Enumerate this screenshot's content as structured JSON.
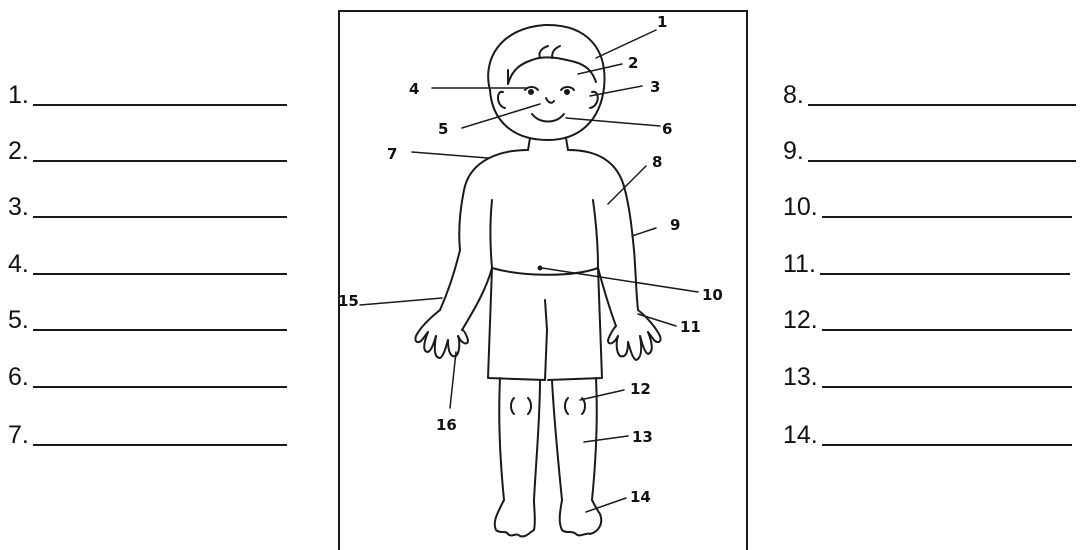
{
  "left_blanks": [
    {
      "label": "1."
    },
    {
      "label": "2."
    },
    {
      "label": "3."
    },
    {
      "label": "4."
    },
    {
      "label": "5."
    },
    {
      "label": "6."
    },
    {
      "label": "7."
    }
  ],
  "right_blanks": [
    {
      "label": "8."
    },
    {
      "label": "9."
    },
    {
      "label": "10."
    },
    {
      "label": "11."
    },
    {
      "label": "12."
    },
    {
      "label": "13."
    },
    {
      "label": "14."
    }
  ],
  "callouts": [
    "1",
    "2",
    "3",
    "4",
    "5",
    "6",
    "7",
    "8",
    "9",
    "10",
    "11",
    "12",
    "13",
    "14",
    "15",
    "16"
  ]
}
